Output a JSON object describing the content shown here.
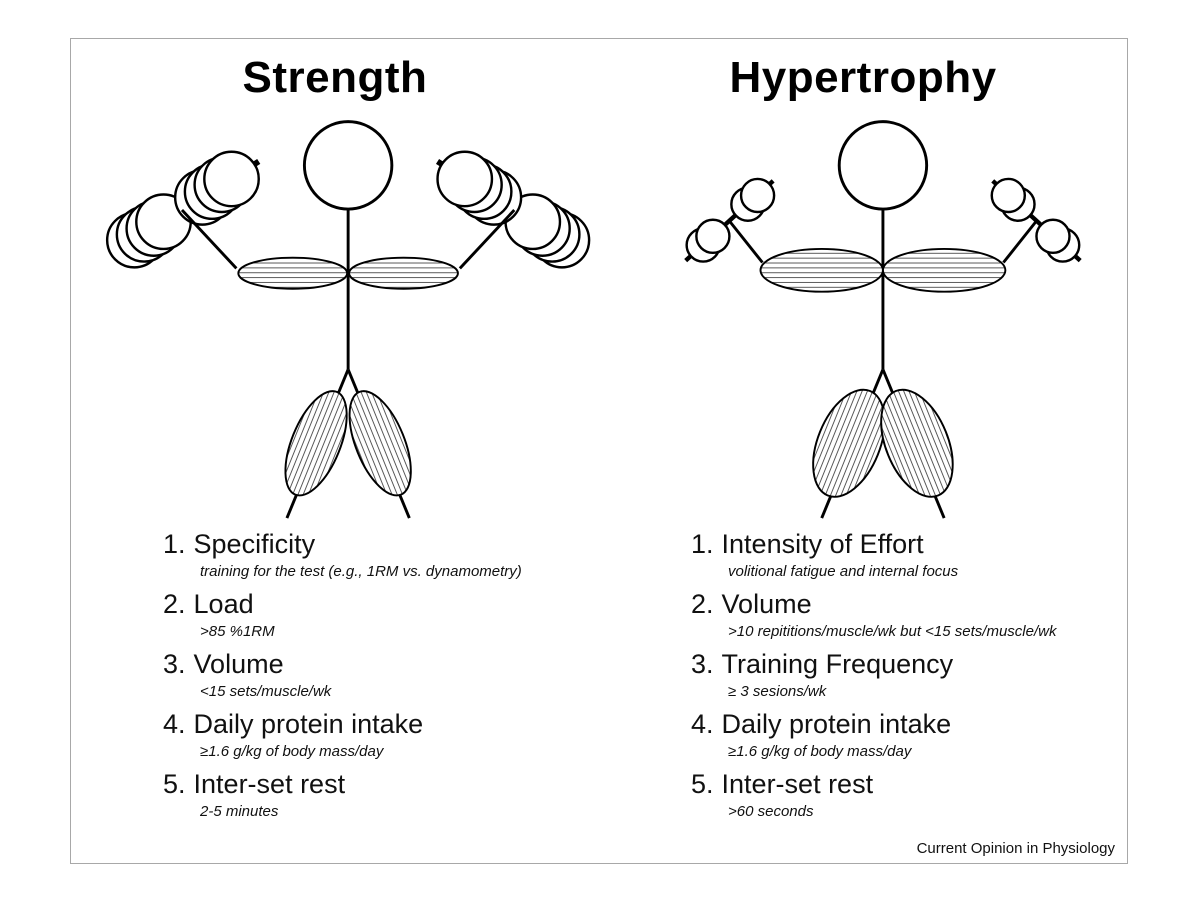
{
  "figure": {
    "caption": "Current Opinion in Physiology",
    "panels": [
      {
        "title": "Strength",
        "items": [
          {
            "num": "1.",
            "label": "Specificity",
            "detail": "training for the test (e.g., 1RM vs. dynamometry)"
          },
          {
            "num": "2.",
            "label": "Load",
            "detail": ">85 %1RM"
          },
          {
            "num": "3.",
            "label": "Volume",
            "detail": "<15 sets/muscle/wk"
          },
          {
            "num": "4.",
            "label": "Daily protein intake",
            "detail": "≥1.6 g/kg of body mass/day"
          },
          {
            "num": "5.",
            "label": "Inter-set rest",
            "detail": "2-5 minutes"
          }
        ]
      },
      {
        "title": "Hypertrophy",
        "items": [
          {
            "num": "1.",
            "label": "Intensity of Effort",
            "detail": "volitional fatigue and internal focus"
          },
          {
            "num": "2.",
            "label": "Volume",
            "detail": ">10 repititions/muscle/wk but <15 sets/muscle/wk"
          },
          {
            "num": "3.",
            "label": "Training Frequency",
            "detail": "≥ 3 sesions/wk"
          },
          {
            "num": "4.",
            "label": "Daily protein intake",
            "detail": "≥1.6 g/kg of body mass/day"
          },
          {
            "num": "5.",
            "label": "Inter-set rest",
            "detail": ">60 seconds"
          }
        ]
      }
    ]
  }
}
